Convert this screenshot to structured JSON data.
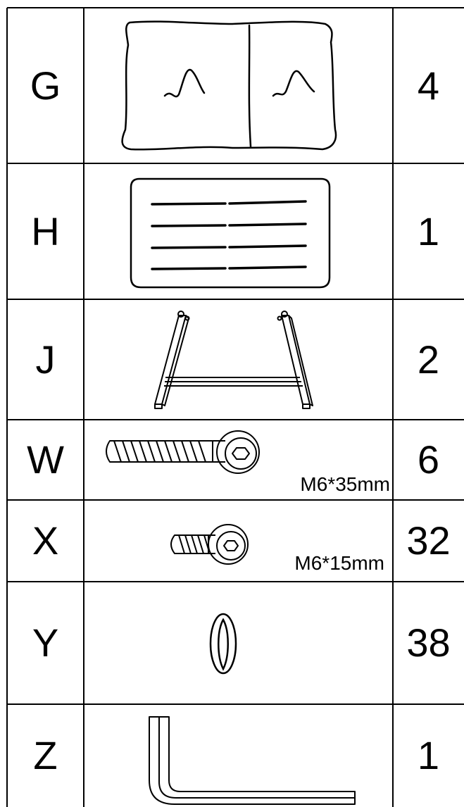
{
  "parts": [
    {
      "letter": "G",
      "icon": "cushion-pad-icon",
      "quantity": "4"
    },
    {
      "letter": "H",
      "icon": "table-top-icon",
      "quantity": "1"
    },
    {
      "letter": "J",
      "icon": "leg-frame-icon",
      "quantity": "2"
    },
    {
      "letter": "W",
      "icon": "long-hex-bolt-icon",
      "spec": "M6*35mm",
      "quantity": "6"
    },
    {
      "letter": "X",
      "icon": "short-hex-bolt-icon",
      "spec": "M6*15mm",
      "quantity": "32"
    },
    {
      "letter": "Y",
      "icon": "washer-icon",
      "quantity": "38"
    },
    {
      "letter": "Z",
      "icon": "allen-key-icon",
      "quantity": "1"
    }
  ],
  "colors": {
    "ink": "#000000",
    "paper": "#ffffff"
  }
}
